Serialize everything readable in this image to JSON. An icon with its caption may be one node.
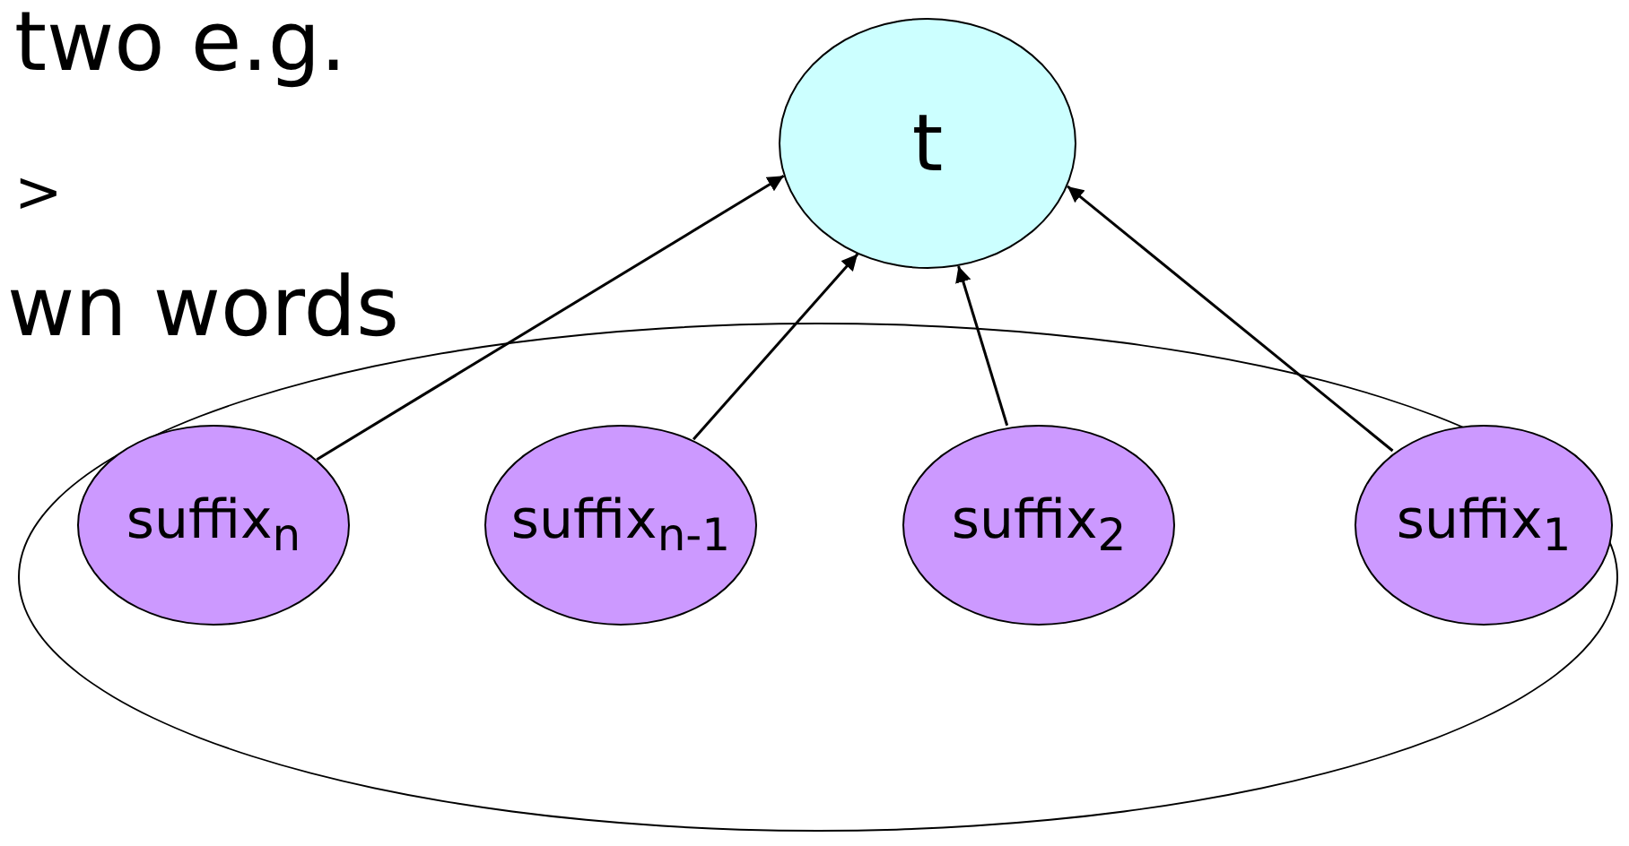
{
  "diagram": {
    "nodes": [
      {
        "text": [
          "t"
        ]
      },
      {
        "text": [],
        "shape": "ellipse"
      },
      {
        "text": [
          "suffix$_{n}$"
        ],
        "in": 1
      },
      {
        "text": [
          "suffix$_{n-1}$"
        ],
        "in": 1
      },
      {
        "text": [
          "suffix$_{2}$"
        ],
        "in": 1
      },
      {
        "text": [
          "suffix$_{1}$"
        ],
        "in": 1
      }
    ],
    "edges": [
      {
        "from": 2,
        "to": 0,
        "arrow": "to"
      },
      {
        "from": 3,
        "to": 0,
        "arrow": "to"
      },
      {
        "from": 4,
        "to": 0,
        "arrow": "to"
      },
      {
        "from": 5,
        "to": 0,
        "arrow": "to"
      }
    ],
    "labels": [
      "two e.g.",
      ">",
      "wn words"
    ]
  }
}
